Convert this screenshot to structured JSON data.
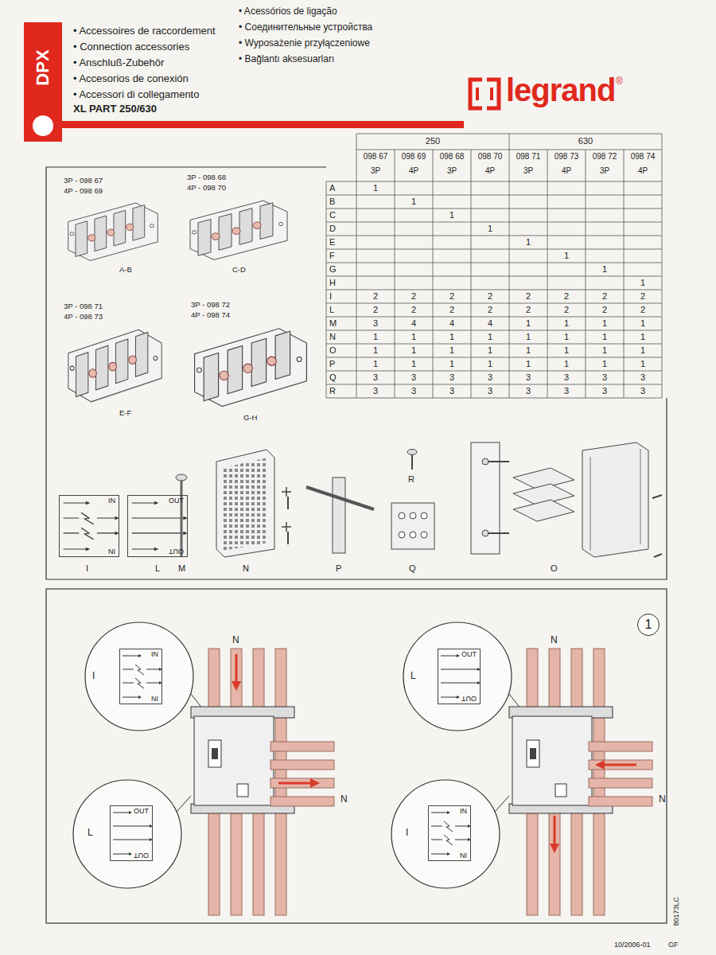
{
  "diagram": {
    "nodes": [
      {
        "text": [
          "DPX"
        ]
      },
      {
        "text": [
          "1"
        ]
      },
      {
        "text": [
          "IN",
          "IN"
        ]
      },
      {
        "text": [
          "OUT",
          "OUT"
        ]
      },
      {
        "text": [
          "IN",
          "IN"
        ]
      },
      {
        "text": [
          "OUT",
          "OUT"
        ]
      },
      {
        "text": [
          "OUT",
          "OUT"
        ]
      },
      {
        "text": [
          "IN",
          "IN"
        ]
      }
    ],
    "labels": [
      "• Accessoires de raccordement",
      "• Connection accessories",
      "• Anschluß-Zubehör",
      "• Accesorios de conexión",
      "• Accessori di collegamento",
      "XL PART 250/630",
      "• Acessórios de ligação",
      "• Соединительные устройства",
      "• Wyposażenie przyłączeniowe",
      "• Bağlantı aksesuarları",
      "legrand",
      "®",
      "3P - 098 67",
      "4P - 098 69",
      "A-B",
      "3P - 098 68",
      "4P - 098 70",
      "C-D",
      "3P - 098 71",
      "4P - 098 73",
      "E-F",
      "3P - 098 72",
      "4P - 098 74",
      "G-H",
      "250",
      "630",
      "098 67",
      "3P",
      "098 69",
      "4P",
      "098 68",
      "3P",
      "098 70",
      "4P",
      "098 71",
      "3P",
      "098 73",
      "4P",
      "098 72",
      "3P",
      "098 74",
      "4P",
      "A",
      "1",
      "B",
      "1",
      "C",
      "1",
      "D",
      "1",
      "E",
      "1",
      "F",
      "1",
      "G",
      "1",
      "H",
      "1",
      "I",
      "2",
      "2",
      "2",
      "2",
      "2",
      "2",
      "2",
      "2",
      "L",
      "2",
      "2",
      "2",
      "2",
      "2",
      "2",
      "2",
      "2",
      "M",
      "3",
      "4",
      "4",
      "4",
      "1",
      "1",
      "1",
      "1",
      "N",
      "1",
      "1",
      "1",
      "1",
      "1",
      "1",
      "1",
      "1",
      "O",
      "1",
      "1",
      "1",
      "1",
      "1",
      "1",
      "1",
      "1",
      "P",
      "1",
      "1",
      "1",
      "1",
      "1",
      "1",
      "1",
      "1",
      "Q",
      "3",
      "3",
      "3",
      "3",
      "3",
      "3",
      "3",
      "3",
      "R",
      "3",
      "3",
      "3",
      "3",
      "3",
      "3",
      "3",
      "3",
      "I",
      "L",
      "M",
      "N",
      "P",
      "R",
      "Q",
      "O",
      "N",
      "N",
      "N",
      "N",
      "I",
      "L",
      "L",
      "I",
      "10/2006-01",
      "GF",
      "80173LC"
    ]
  }
}
